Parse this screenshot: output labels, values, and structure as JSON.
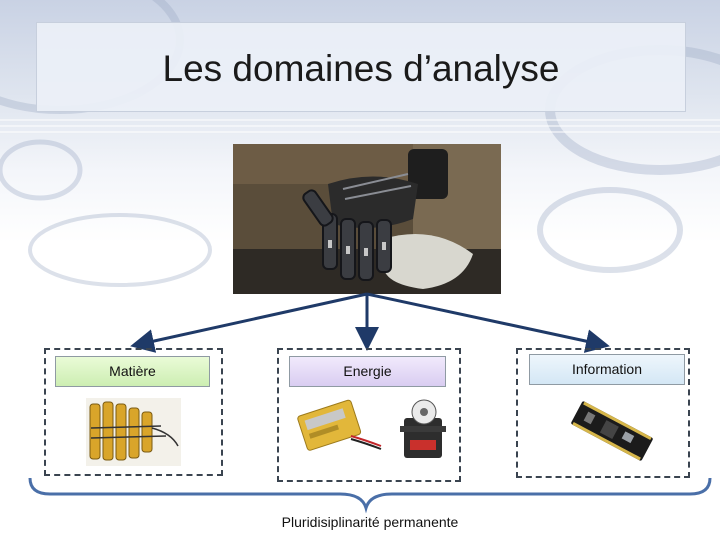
{
  "slide": {
    "title": "Les domaines d’analyse",
    "domains": [
      {
        "label": "Matière"
      },
      {
        "label": "Energie"
      },
      {
        "label": "Information"
      }
    ],
    "footer": "Pluridisiplinarité permanente"
  },
  "colors": {
    "arrow": "#1f3a68",
    "box_border": "#3a4450",
    "label_green": "#d5f0bb",
    "label_purple": "#ddd1f2",
    "label_blue": "#d9eaf6",
    "brace": "#4a6fa8"
  },
  "images": [
    {
      "name": "robotic-hand-photo"
    },
    {
      "name": "robotic-hand-parts-photo"
    },
    {
      "name": "lipo-battery-photo"
    },
    {
      "name": "servo-motor-photo"
    },
    {
      "name": "microcontroller-board-photo"
    }
  ]
}
